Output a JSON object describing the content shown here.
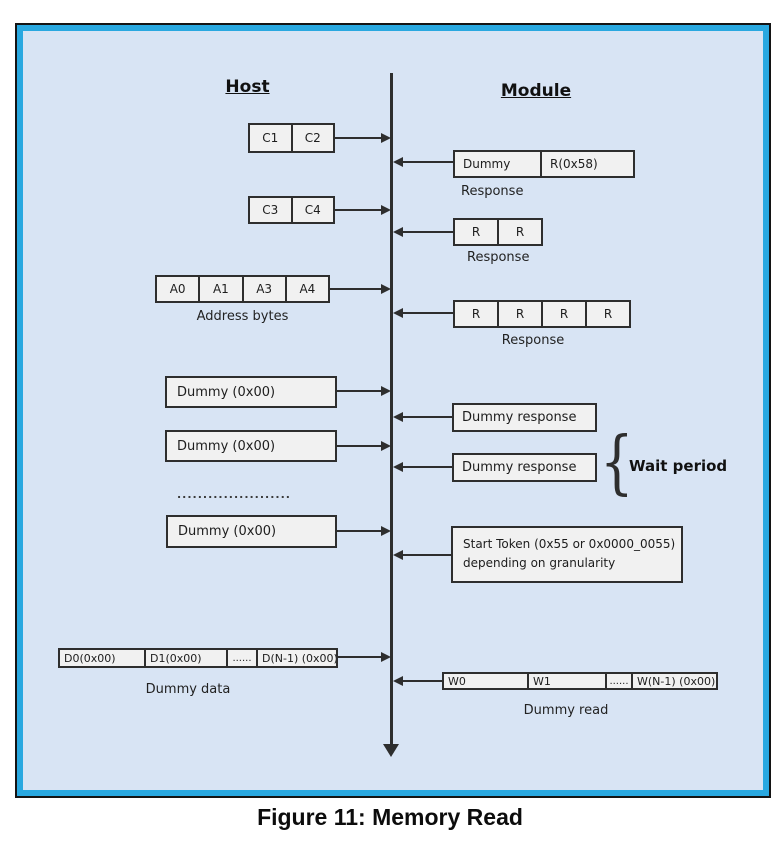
{
  "caption": "Figure 11: Memory Read",
  "diagram": {
    "colors": {
      "frame_blue": "#29A8E0",
      "bg_blue": "#D8E4F4",
      "box_fill": "#F1F1F1",
      "line": "#2e2e2e"
    },
    "host": {
      "title": "Host",
      "cmd1": {
        "cells": [
          "C1",
          "C2"
        ]
      },
      "cmd2": {
        "cells": [
          "C3",
          "C4"
        ]
      },
      "addr": {
        "cells": [
          "A0",
          "A1",
          "A3",
          "A4"
        ],
        "label": "Address bytes"
      },
      "dummy1": "Dummy (0x00)",
      "dummy2": "Dummy (0x00)",
      "dots": "......................",
      "dummy3": "Dummy (0x00)",
      "data_row": {
        "cells": [
          "D0(0x00)",
          "D1(0x00)",
          "......",
          "D(N-1) (0x00)"
        ],
        "label": "Dummy data"
      }
    },
    "module": {
      "title": "Module",
      "resp1": {
        "cells": [
          "Dummy",
          "R(0x58)"
        ],
        "label": "Response"
      },
      "resp2": {
        "cells": [
          "R",
          "R"
        ],
        "label": "Response"
      },
      "resp3": {
        "cells": [
          "R",
          "R",
          "R",
          "R"
        ],
        "label": "Response"
      },
      "dummy_resp1": "Dummy response",
      "dummy_resp2": "Dummy response",
      "start_token_line1": "Start Token (0x55 or 0x0000_0055)",
      "start_token_line2": "depending on granularity",
      "read_row": {
        "cells": [
          "W0",
          "W1",
          "......",
          "W(N-1) (0x00)"
        ],
        "label": "Dummy read"
      }
    },
    "wait_period": {
      "brace": "{",
      "label": "Wait period"
    }
  }
}
